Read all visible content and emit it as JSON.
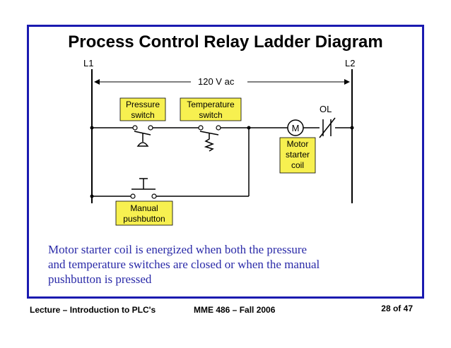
{
  "slide": {
    "title": "Process Control Relay Ladder Diagram",
    "caption_line1": "Motor starter coil is energized when both the pressure",
    "caption_line2": "and temperature switches are closed or when the manual",
    "caption_line3": "pushbutton is pressed"
  },
  "diagram": {
    "rail_left": "L1",
    "rail_right": "L2",
    "voltage": "120 V ac",
    "pressure_line1": "Pressure",
    "pressure_line2": "switch",
    "temperature_line1": "Temperature",
    "temperature_line2": "switch",
    "motor_symbol": "M",
    "motor_line1": "Motor",
    "motor_line2": "starter",
    "motor_line3": "coil",
    "overload": "OL",
    "manual_line1": "Manual",
    "manual_line2": "pushbutton"
  },
  "footer": {
    "left": "Lecture – Introduction to PLC's",
    "middle": "MME 486 – Fall 2006",
    "page": "28 of 47"
  },
  "colors": {
    "frame": "#1a1ab0",
    "caption": "#2a2aa8",
    "label_highlight": "#f7f050"
  }
}
